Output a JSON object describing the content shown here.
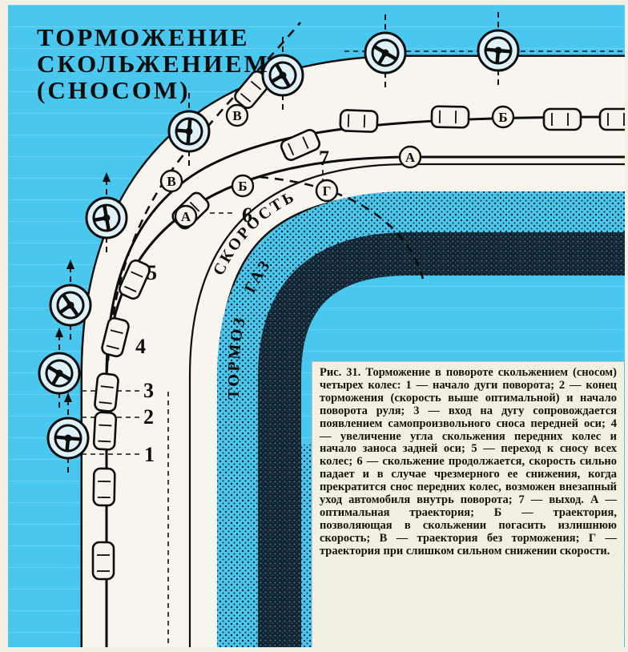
{
  "figure": {
    "title_lines": [
      "ТОРМОЖЕНИЕ",
      "СКОЛЬЖЕНИЕМ",
      "(СНОСОМ)"
    ],
    "band_labels": {
      "speed": "СКОРОСТЬ",
      "gas": "ГАЗ",
      "brake": "ТОРМОЗ"
    },
    "point_numbers": [
      "1",
      "2",
      "3",
      "4",
      "5",
      "6",
      "7"
    ],
    "trajectory_letters": {
      "a": "А",
      "b": "Б",
      "v": "В",
      "g": "Г"
    },
    "caption": {
      "label": "Рис. 31.",
      "text": "Торможение в повороте скольжением (сносом) четырех колес: 1 — начало дуги поворота; 2 — конец торможения (скорость выше оптимальной) и начало поворота руля; 3 — вход на дугу сопровождается появлением самопроизвольного сноса передней оси; 4 — увеличение угла скольжения передних колес и начало заноса задней оси; 5 — переход к сносу всех колес; 6 — скольжение продолжается, скорость сильно падает и в случае чрезмерного ее снижения, когда прекратится снос передних колес, возможен внезапный уход автомобиля внутрь поворота; 7 — выход. А — оптимальная траектория; Б — траектория, позволяющая в скольжении погасить излишнюю скорость; В — траектория без торможения; Г — траектория при слишком сильном снижении скорости."
    }
  },
  "colors": {
    "background": "#49c7ee",
    "paper": "#f2efe3",
    "ink": "#0d0d0d",
    "dark_band": "#152430"
  }
}
